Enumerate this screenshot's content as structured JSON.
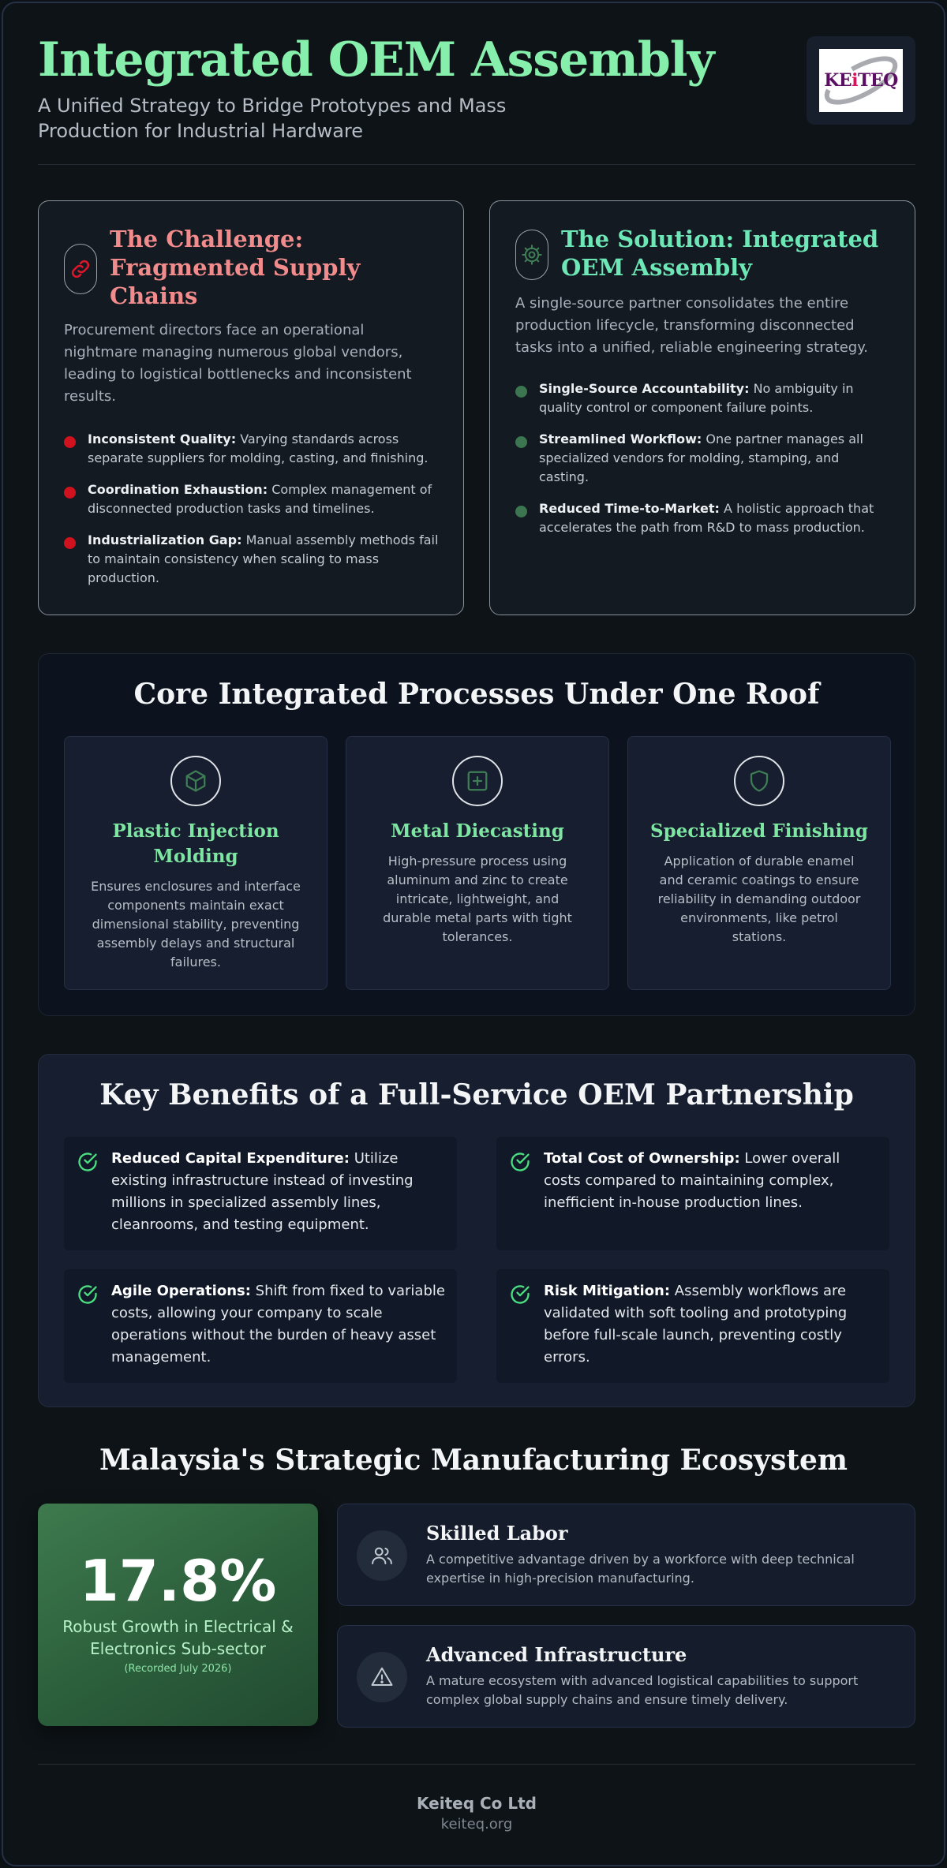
{
  "header": {
    "title": "Integrated OEM Assembly",
    "subtitle": "A Unified Strategy to Bridge Prototypes and Mass Production for Industrial Hardware",
    "logo_text_pre": "KE",
    "logo_text_i": "i",
    "logo_text_post": "TEQ"
  },
  "challenge": {
    "title": "The Challenge: Fragmented Supply Chains",
    "description": "Procurement directors face an operational nightmare managing numerous global vendors, leading to logistical bottlenecks and inconsistent results.",
    "items": [
      {
        "label": "Inconsistent Quality:",
        "text": "Varying standards across separate suppliers for molding, casting, and finishing."
      },
      {
        "label": "Coordination Exhaustion:",
        "text": "Complex management of disconnected production tasks and timelines."
      },
      {
        "label": "Industrialization Gap:",
        "text": "Manual assembly methods fail to maintain consistency when scaling to mass production."
      }
    ]
  },
  "solution": {
    "title": "The Solution: Integrated OEM Assembly",
    "description": "A single-source partner consolidates the entire production lifecycle, transforming disconnected tasks into a unified, reliable engineering strategy.",
    "items": [
      {
        "label": "Single-Source Accountability:",
        "text": "No ambiguity in quality control or component failure points."
      },
      {
        "label": "Streamlined Workflow:",
        "text": "One partner manages all specialized vendors for molding, stamping, and casting."
      },
      {
        "label": "Reduced Time-to-Market:",
        "text": "A holistic approach that accelerates the path from R&D to mass production."
      }
    ]
  },
  "core": {
    "title": "Core Integrated Processes Under One Roof",
    "cards": [
      {
        "title": "Plastic Injection Molding",
        "description": "Ensures enclosures and interface components maintain exact dimensional stability, preventing assembly delays and structural failures.",
        "icon": "cube-icon"
      },
      {
        "title": "Metal Diecasting",
        "description": "High-pressure process using aluminum and zinc to create intricate, lightweight, and durable metal parts with tight tolerances.",
        "icon": "plus-square-icon"
      },
      {
        "title": "Specialized Finishing",
        "description": "Application of durable enamel and ceramic coatings to ensure reliability in demanding outdoor environments, like petrol stations.",
        "icon": "shield-icon"
      }
    ]
  },
  "benefits": {
    "title": "Key Benefits of a Full-Service OEM Partnership",
    "items": [
      {
        "label": "Reduced Capital Expenditure:",
        "text": "Utilize existing infrastructure instead of investing millions in specialized assembly lines, cleanrooms, and testing equipment."
      },
      {
        "label": "Total Cost of Ownership:",
        "text": "Lower overall costs compared to maintaining complex, inefficient in-house production lines."
      },
      {
        "label": "Agile Operations:",
        "text": "Shift from fixed to variable costs, allowing your company to scale operations without the burden of heavy asset management."
      },
      {
        "label": "Risk Mitigation:",
        "text": "Assembly workflows are validated with soft tooling and prototyping before full-scale launch, preventing costly errors."
      }
    ]
  },
  "ecosystem": {
    "title": "Malaysia's Strategic Manufacturing Ecosystem",
    "stat": {
      "value": "17.8%",
      "label": "Robust Growth in Electrical & Electronics Sub-sector",
      "note": "(Recorded July 2026)"
    },
    "items": [
      {
        "title": "Skilled Labor",
        "description": "A competitive advantage driven by a workforce with deep technical expertise in high-precision manufacturing.",
        "icon": "users-icon"
      },
      {
        "title": "Advanced Infrastructure",
        "description": "A mature ecosystem with advanced logistical capabilities to support complex global supply chains and ensure timely delivery.",
        "icon": "warning-triangle-icon"
      }
    ]
  },
  "footer": {
    "company": "Keiteq Co Ltd",
    "url": "keiteq.org"
  },
  "colors": {
    "accent_green": "#86efac",
    "challenge_red": "#f28b8b",
    "bullet_red": "#d0121e",
    "bullet_green": "#3b7650",
    "background": "#0d1316"
  }
}
